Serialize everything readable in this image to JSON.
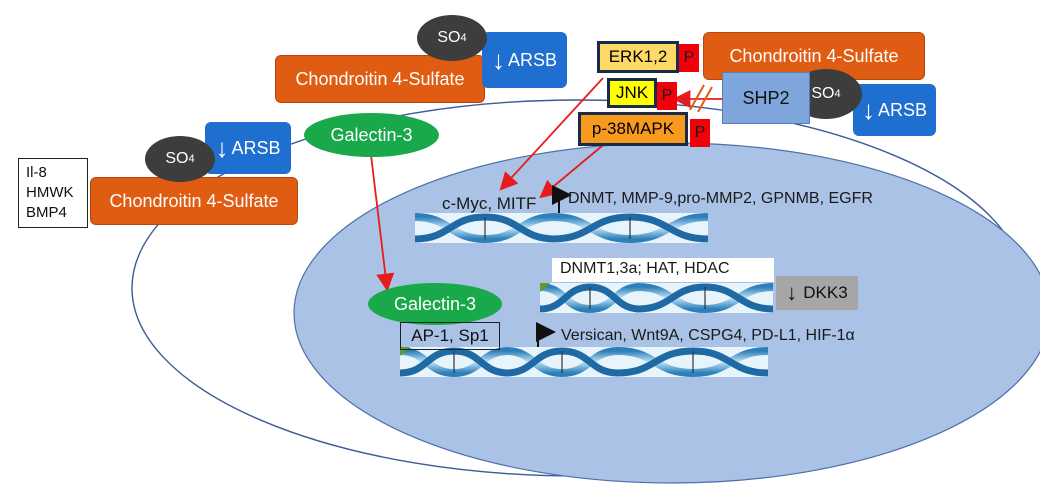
{
  "nodes": {
    "cs_top": "Chondroitin 4-Sulfate",
    "cs_right": "Chondroitin 4-Sulfate",
    "cs_left": "Chondroitin 4-Sulfate",
    "arsb": "ARSB",
    "so4": "SO",
    "so4_sub": "4",
    "galectin_out": "Galectin-3",
    "galectin_in": "Galectin-3",
    "erk": "ERK1,2",
    "jnk": "JNK",
    "p38": "p-38MAPK",
    "phospho": "P",
    "shp2": "SHP2",
    "dkk3": "DKK3",
    "ap1": "AP-1, Sp1"
  },
  "side_list": [
    "Il-8",
    "HMWK",
    "BMP4"
  ],
  "gene_labels": {
    "cmyc": "c-Myc, MITF",
    "row1": "DNMT, MMP-9,pro-MMP2, GPNMB, EGFR",
    "row2": "DNMT1,3a; HAT, HDAC",
    "row3": "Versican, Wnt9A, CSPG4, PD-L1, HIF-1α"
  },
  "colors": {
    "chondroitin": "#e05c12",
    "arsb": "#1f6fd1",
    "so4": "#3d3d3d",
    "galectin": "#19a84a",
    "erk": "#ffd966",
    "jnk": "#ffff00",
    "p38": "#f79a1e",
    "phospho": "#f2000a",
    "shp2": "#7ea6dc",
    "nucleus": "#a9c2e6",
    "dkk3": "#a6a6a6",
    "arrow": "#e81c1c"
  }
}
